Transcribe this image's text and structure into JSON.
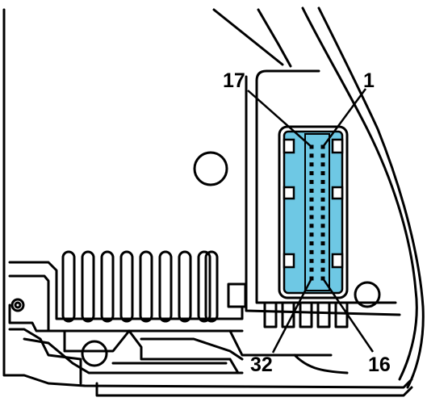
{
  "diagram": {
    "pin_labels": {
      "top_left": "17",
      "top_right": "1",
      "bottom_left": "32",
      "bottom_right": "16"
    },
    "connector": {
      "pin_rows": 2,
      "pins_per_row": 16
    },
    "colors": {
      "connector_fill": "#6ec8e4",
      "line": "#000000",
      "background": "#ffffff"
    }
  }
}
